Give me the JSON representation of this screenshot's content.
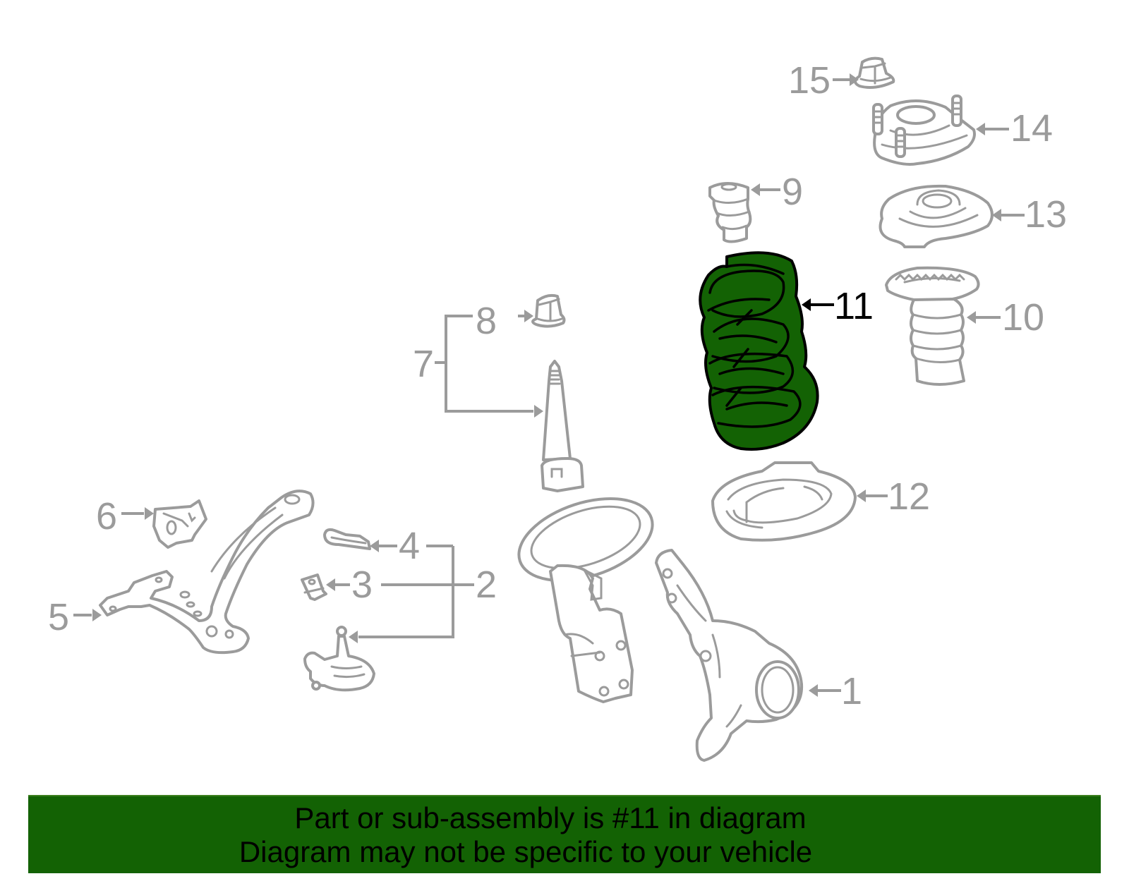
{
  "diagram": {
    "highlight_color": "#136204",
    "outline_color": "#9b9b9b",
    "highlighted_part": "11",
    "callouts": [
      {
        "number": "1",
        "part": "steering-knuckle"
      },
      {
        "number": "2",
        "part": "lower-ball-joint-group"
      },
      {
        "number": "3",
        "part": "ball-joint-bracket"
      },
      {
        "number": "4",
        "part": "ball-joint-clip"
      },
      {
        "number": "5",
        "part": "lower-control-arm"
      },
      {
        "number": "6",
        "part": "control-arm-bushing"
      },
      {
        "number": "7",
        "part": "strut-assembly-group"
      },
      {
        "number": "8",
        "part": "strut-nut"
      },
      {
        "number": "9",
        "part": "bump-stop"
      },
      {
        "number": "10",
        "part": "dust-boot"
      },
      {
        "number": "11",
        "part": "coil-spring"
      },
      {
        "number": "12",
        "part": "lower-spring-insulator"
      },
      {
        "number": "13",
        "part": "upper-spring-seat"
      },
      {
        "number": "14",
        "part": "strut-mount"
      },
      {
        "number": "15",
        "part": "mount-nut"
      }
    ]
  },
  "banner": {
    "line1": "Part or sub-assembly is #11 in diagram",
    "line2": "Diagram may not be specific to your vehicle",
    "background": "#136204"
  }
}
